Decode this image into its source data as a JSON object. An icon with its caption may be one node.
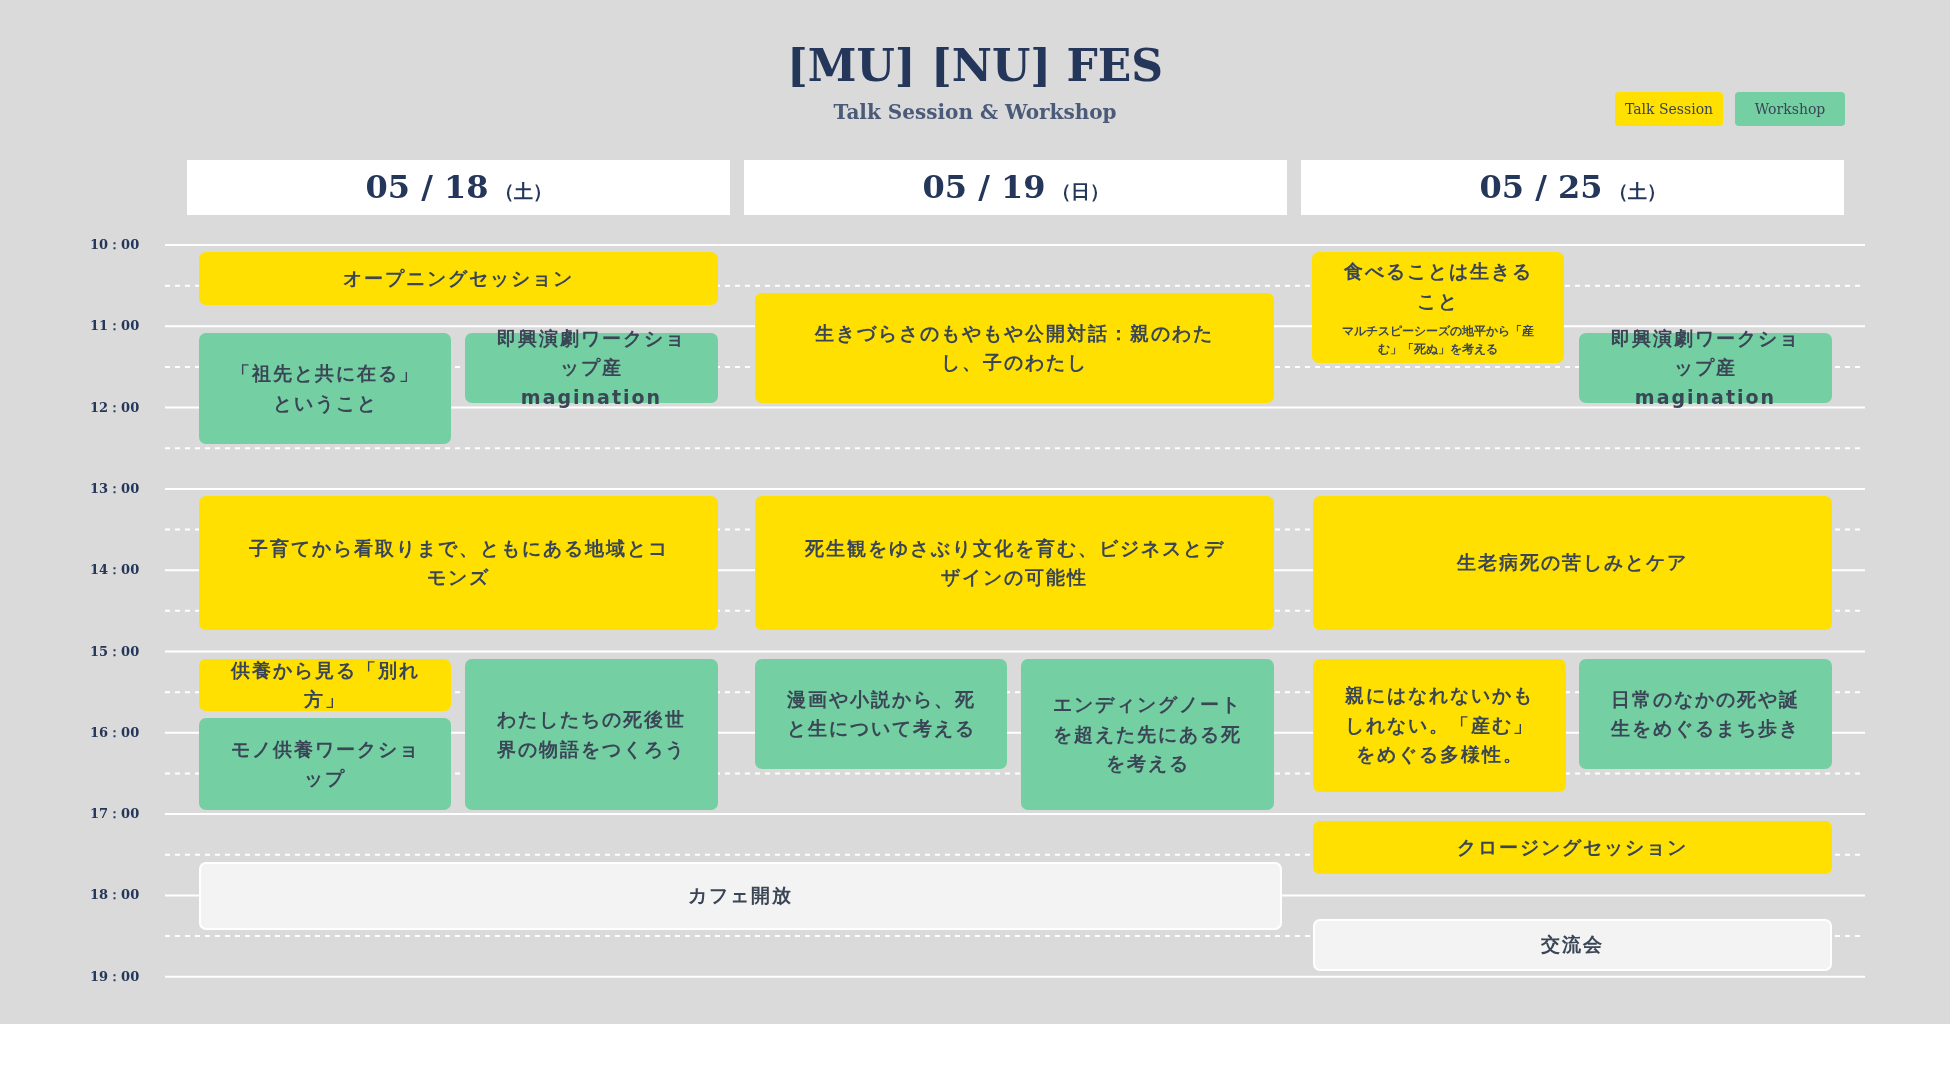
{
  "diagram": {
    "title": "[MU] [NU] FES",
    "nodes": [
      {
        "text": [
          "05 / 18",
          "（土）"
        ]
      },
      {
        "text": [
          "05 / 19",
          "（日）"
        ]
      },
      {
        "text": [
          "05 / 25",
          "（土）"
        ]
      },
      {
        "text": [
          "オープニングセッション"
        ]
      },
      {
        "text": [
          "「祖先と共に在る」ということ"
        ]
      },
      {
        "text": [
          "即興演劇ワークショップ産magination"
        ]
      },
      {
        "text": [
          "生きづらさのもやもや公開対話：親のわたし、子のわたし"
        ]
      },
      {
        "text": [
          "食べることは生きること",
          "マルチスピーシーズの地平から「産む」「死ぬ」を考える"
        ]
      },
      {
        "text": [
          "即興演劇ワークショップ産magination"
        ]
      },
      {
        "text": [
          "子育てから看取りまで、ともにある地域とコモンズ"
        ]
      },
      {
        "text": [
          "死生観をゆさぶり文化を育む、ビジネスとデザインの可能性"
        ]
      },
      {
        "text": [
          "生老病死の苦しみとケア"
        ]
      },
      {
        "text": [
          "供養から見る「別れ方」"
        ]
      },
      {
        "text": [
          "モノ供養ワークショップ"
        ]
      },
      {
        "text": [
          "わたしたちの死後世界の物語をつくろう"
        ]
      },
      {
        "text": [
          "漫画や小説から、死と生について考える"
        ]
      },
      {
        "text": [
          "エンディングノートを超えた先にある死を考える"
        ]
      },
      {
        "text": [
          "親にはなれないかもしれない。「産む」をめぐる多様性。"
        ]
      },
      {
        "text": [
          "日常のなかの死や誕生をめぐるまち歩き"
        ]
      },
      {
        "text": [
          "カフェ開放"
        ]
      },
      {
        "text": [
          "クロージングセッション"
        ]
      },
      {
        "text": [
          "交流会"
        ]
      }
    ],
    "labels": [
      "Talk Session & Workshop",
      "10：00",
      "11：00",
      "12：00",
      "13：00",
      "14：00",
      "15：00",
      "16：00",
      "17：00",
      "18：00",
      "19：00"
    ],
    "legend": [
      {
        "text": "Talk Session",
        "color": "#ffe000"
      },
      {
        "text": "Workshop",
        "color": "#74cfa3"
      }
    ]
  }
}
